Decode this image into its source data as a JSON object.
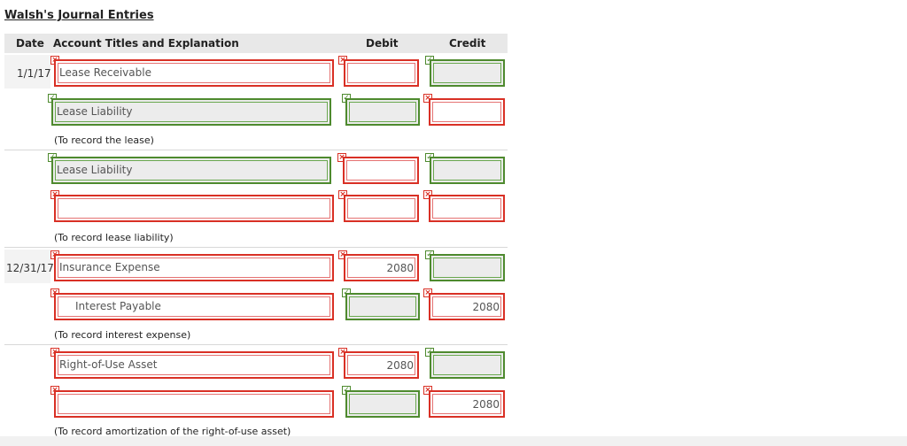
{
  "title": "Walsh's Journal Entries",
  "headers": {
    "date": "Date",
    "account": "Account Titles and Explanation",
    "debit": "Debit",
    "credit": "Credit"
  },
  "rows": [
    {
      "date": "1/1/17",
      "account": "Lease Receivable",
      "debit": "",
      "credit": ""
    },
    {
      "date": "",
      "account": "Lease Liability",
      "debit": "",
      "credit": ""
    },
    {
      "date": "",
      "account": "Lease Liability",
      "debit": "",
      "credit": ""
    },
    {
      "date": "",
      "account": "",
      "debit": "",
      "credit": ""
    },
    {
      "date": "12/31/17",
      "account": "Insurance Expense",
      "debit": "2080",
      "credit": ""
    },
    {
      "date": "",
      "account": "Interest Payable",
      "debit": "",
      "credit": "2080"
    },
    {
      "date": "",
      "account": "Right-of-Use Asset",
      "debit": "2080",
      "credit": ""
    },
    {
      "date": "",
      "account": "",
      "debit": "",
      "credit": "2080"
    }
  ],
  "notes": [
    "(To record the lease)",
    "(To record lease liability)",
    "(To record interest expense)",
    "(To record amortization of the right-of-use asset)"
  ],
  "icons": {
    "correct": "check-icon",
    "incorrect": "x-icon"
  },
  "colors": {
    "incorrect": "#d93025",
    "correct": "#4e8a2e",
    "header_bg": "#e8e8e8"
  }
}
